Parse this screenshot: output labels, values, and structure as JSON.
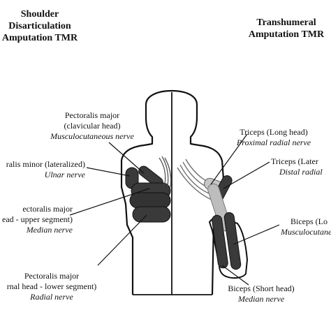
{
  "headings": {
    "left": [
      "Shoulder",
      "Disarticulation",
      "Amputation TMR"
    ],
    "right": [
      "Transhumeral",
      "Amputation TMR"
    ]
  },
  "labels": {
    "pec_clav": {
      "muscle": [
        "Pectoralis major",
        "(clavicular head)"
      ],
      "nerve": "Musculocutaneous nerve"
    },
    "pec_minor": {
      "muscle": [
        "ralis minor (lateralized)"
      ],
      "nerve": "Ulnar nerve"
    },
    "pec_sternal_upper": {
      "muscle": [
        "ectoralis major",
        "ead - upper segment)"
      ],
      "nerve": "Median nerve"
    },
    "pec_sternal_lower": {
      "muscle": [
        "Pectoralis major",
        "rnal head - lower segment)"
      ],
      "nerve": "Radial nerve"
    },
    "triceps_long": {
      "muscle": [
        "Triceps (Long head)"
      ],
      "nerve": "Proximal radial nerve"
    },
    "triceps_lat": {
      "muscle": [
        "Triceps (Later"
      ],
      "nerve": "Distal radial"
    },
    "biceps_long": {
      "muscle": [
        "Biceps (Lo"
      ],
      "nerve": "Musculocutane"
    },
    "biceps_short": {
      "muscle": [
        "Biceps (Short head)"
      ],
      "nerve": "Median nerve"
    }
  },
  "colors": {
    "outline": "#111111",
    "muscle_dark": "#3a3a3a",
    "muscle_light": "#bdbdbd",
    "nerve": "#555555"
  }
}
